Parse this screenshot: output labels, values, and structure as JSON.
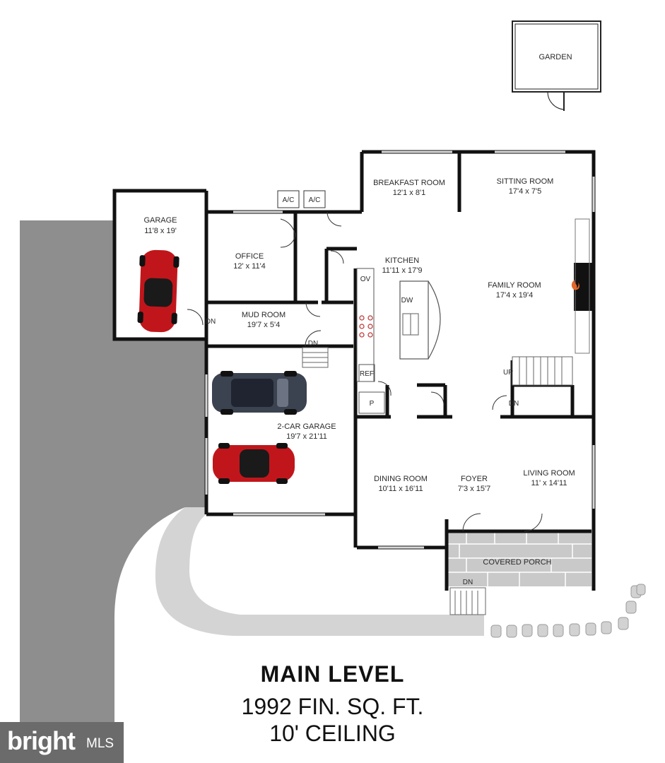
{
  "rooms": {
    "garden": "GARDEN",
    "garage_name": "GARAGE",
    "garage_dim": "11'8 x 19'",
    "office_name": "OFFICE",
    "office_dim": "12' x 11'4",
    "mud_name": "MUD ROOM",
    "mud_dim": "19'7 x 5'4",
    "garage2_name": "2-CAR GARAGE",
    "garage2_dim": "19'7 x 21'11",
    "breakfast_name": "BREAKFAST ROOM",
    "breakfast_dim": "12'1 x 8'1",
    "sitting_name": "SITTING ROOM",
    "sitting_dim": "17'4 x 7'5",
    "kitchen_name": "KITCHEN",
    "kitchen_dim": "11'11 x 17'9",
    "family_name": "FAMILY ROOM",
    "family_dim": "17'4 x 19'4",
    "dining_name": "DINING ROOM",
    "dining_dim": "10'11 x 16'11",
    "foyer_name": "FOYER",
    "foyer_dim": "7'3 x 15'7",
    "living_name": "LIVING ROOM",
    "living_dim": "11' x 14'11",
    "porch_name": "COVERED PORCH"
  },
  "fixtures": {
    "ac1": "A/C",
    "ac2": "A/C",
    "ov": "OV",
    "dw": "DW",
    "ref": "REF",
    "pantry": "P",
    "dn_garage": "DN",
    "dn_mud": "DN",
    "dn_family": "DN",
    "up_family": "UP",
    "dn_porch": "DN"
  },
  "caption": {
    "level": "MAIN LEVEL",
    "area": "1992 FIN. SQ. FT.",
    "ceiling": "10' CEILING"
  },
  "branding": {
    "word": "bright",
    "suffix": "MLS"
  },
  "colors": {
    "wall": "#111111",
    "driveway": "#8e8e8e",
    "walkway": "#d4d4d4",
    "porch_tile": "#c9c9c9",
    "car_red": "#c0161b",
    "car_dark": "#3b4250",
    "fireplace_flame": "#e4662a"
  }
}
